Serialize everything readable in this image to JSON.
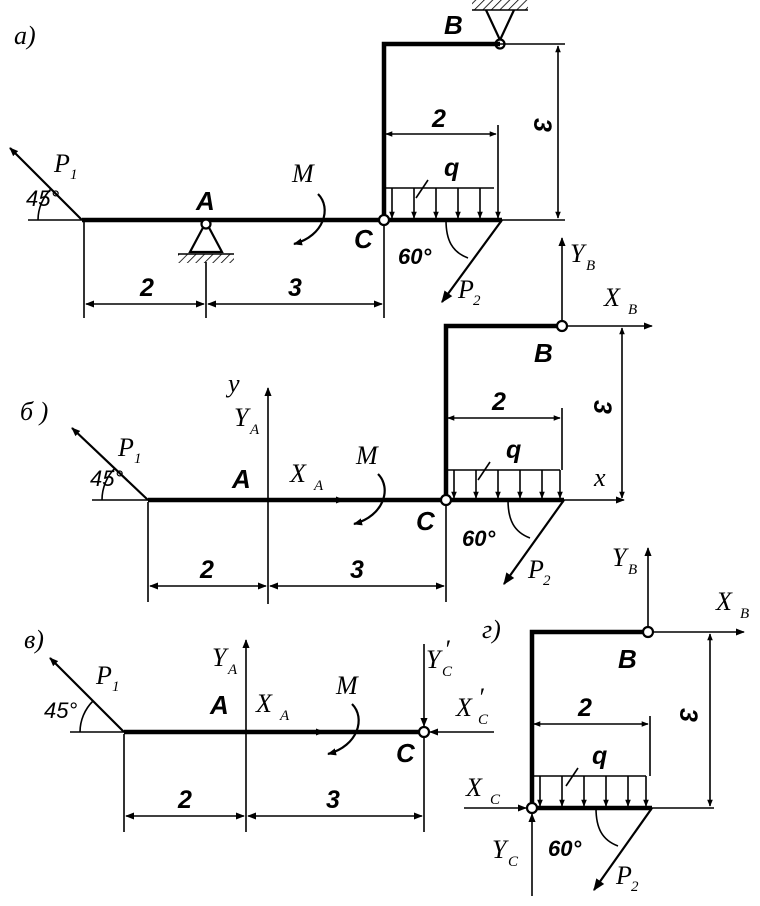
{
  "panels": {
    "a": "a)",
    "b": "б )",
    "v": "в)",
    "g": "г)"
  },
  "points": {
    "A": "A",
    "B": "B",
    "C": "C"
  },
  "forces": {
    "P": "P",
    "P1_sub": "1",
    "P2_sub": "2",
    "M": "M",
    "q": "q",
    "X": "X",
    "Y": "Y",
    "sub_A": "A",
    "sub_B": "B",
    "sub_C": "C",
    "sub_Cprime": "C",
    "prime": "′"
  },
  "axes": {
    "x": "x",
    "y": "y"
  },
  "dimensions": {
    "d2": "2",
    "d3": "3"
  },
  "angles": {
    "a45": "45°",
    "a60": "60°"
  }
}
